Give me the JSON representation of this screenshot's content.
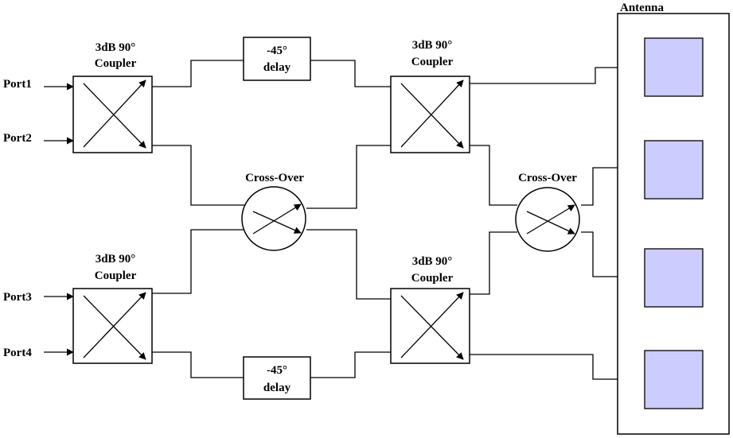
{
  "ports": [
    "Port1",
    "Port2",
    "Port3",
    "Port4"
  ],
  "couplers": {
    "top_left": [
      "3dB 90°",
      "Coupler"
    ],
    "bottom_left": [
      "3dB 90°",
      "Coupler"
    ],
    "top_right": [
      "3dB 90°",
      "Coupler"
    ],
    "bottom_right": [
      "3dB 90°",
      "Coupler"
    ]
  },
  "delays": {
    "top": [
      "-45°",
      "delay"
    ],
    "bottom": [
      "-45°",
      "delay"
    ]
  },
  "crossovers": {
    "left": "Cross-Over",
    "right": "Cross-Over"
  },
  "antenna": {
    "label": "Antenna",
    "element_color": "#ccccff"
  }
}
